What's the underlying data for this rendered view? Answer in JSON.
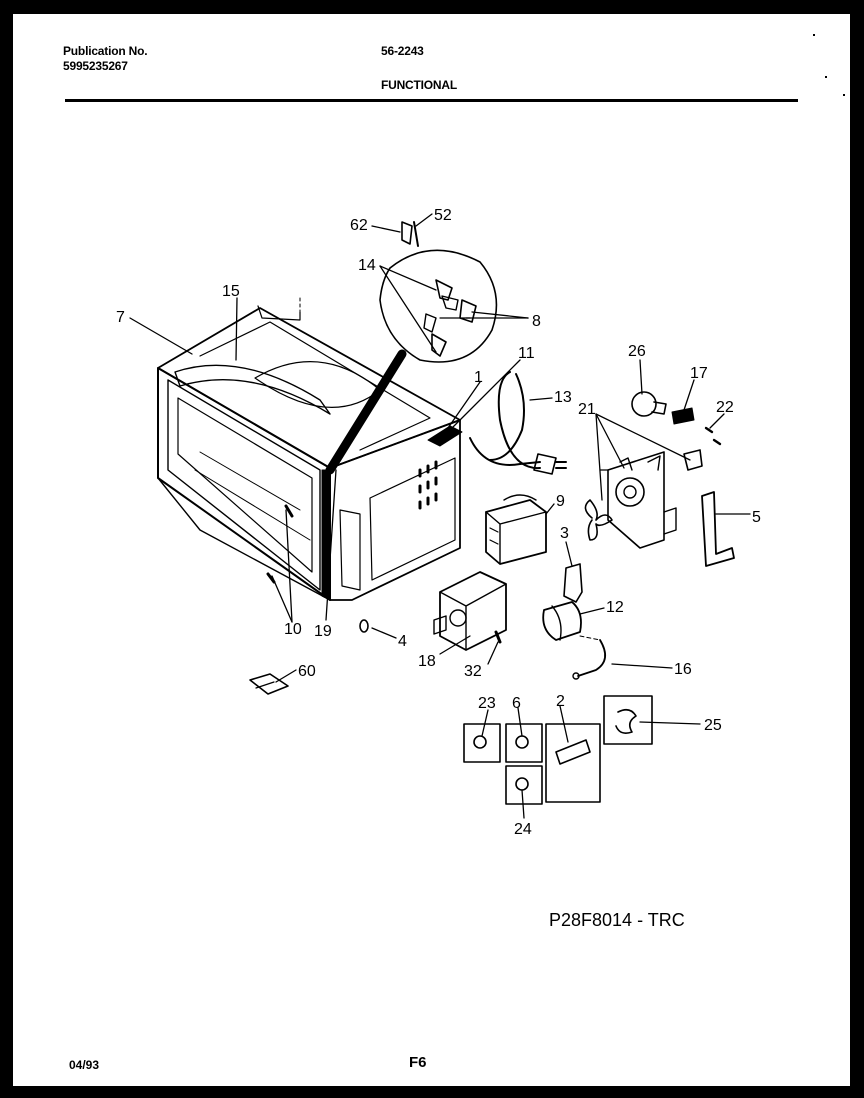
{
  "header": {
    "publication_label": "Publication No.",
    "publication_number": "5995235267",
    "model_code": "56-2243",
    "section": "FUNCTIONAL"
  },
  "callouts": [
    "62",
    "52",
    "14",
    "15",
    "7",
    "8",
    "11",
    "1",
    "13",
    "26",
    "17",
    "22",
    "21",
    "5",
    "9",
    "3",
    "12",
    "10",
    "19",
    "4",
    "18",
    "32",
    "16",
    "60",
    "23",
    "6",
    "2",
    "25",
    "24"
  ],
  "footer": {
    "diagram_code": "P28F8014 - TRC",
    "date": "04/93",
    "page": "F6"
  },
  "colors": {
    "ink": "#000000",
    "paper": "#ffffff",
    "border": "#000000"
  }
}
